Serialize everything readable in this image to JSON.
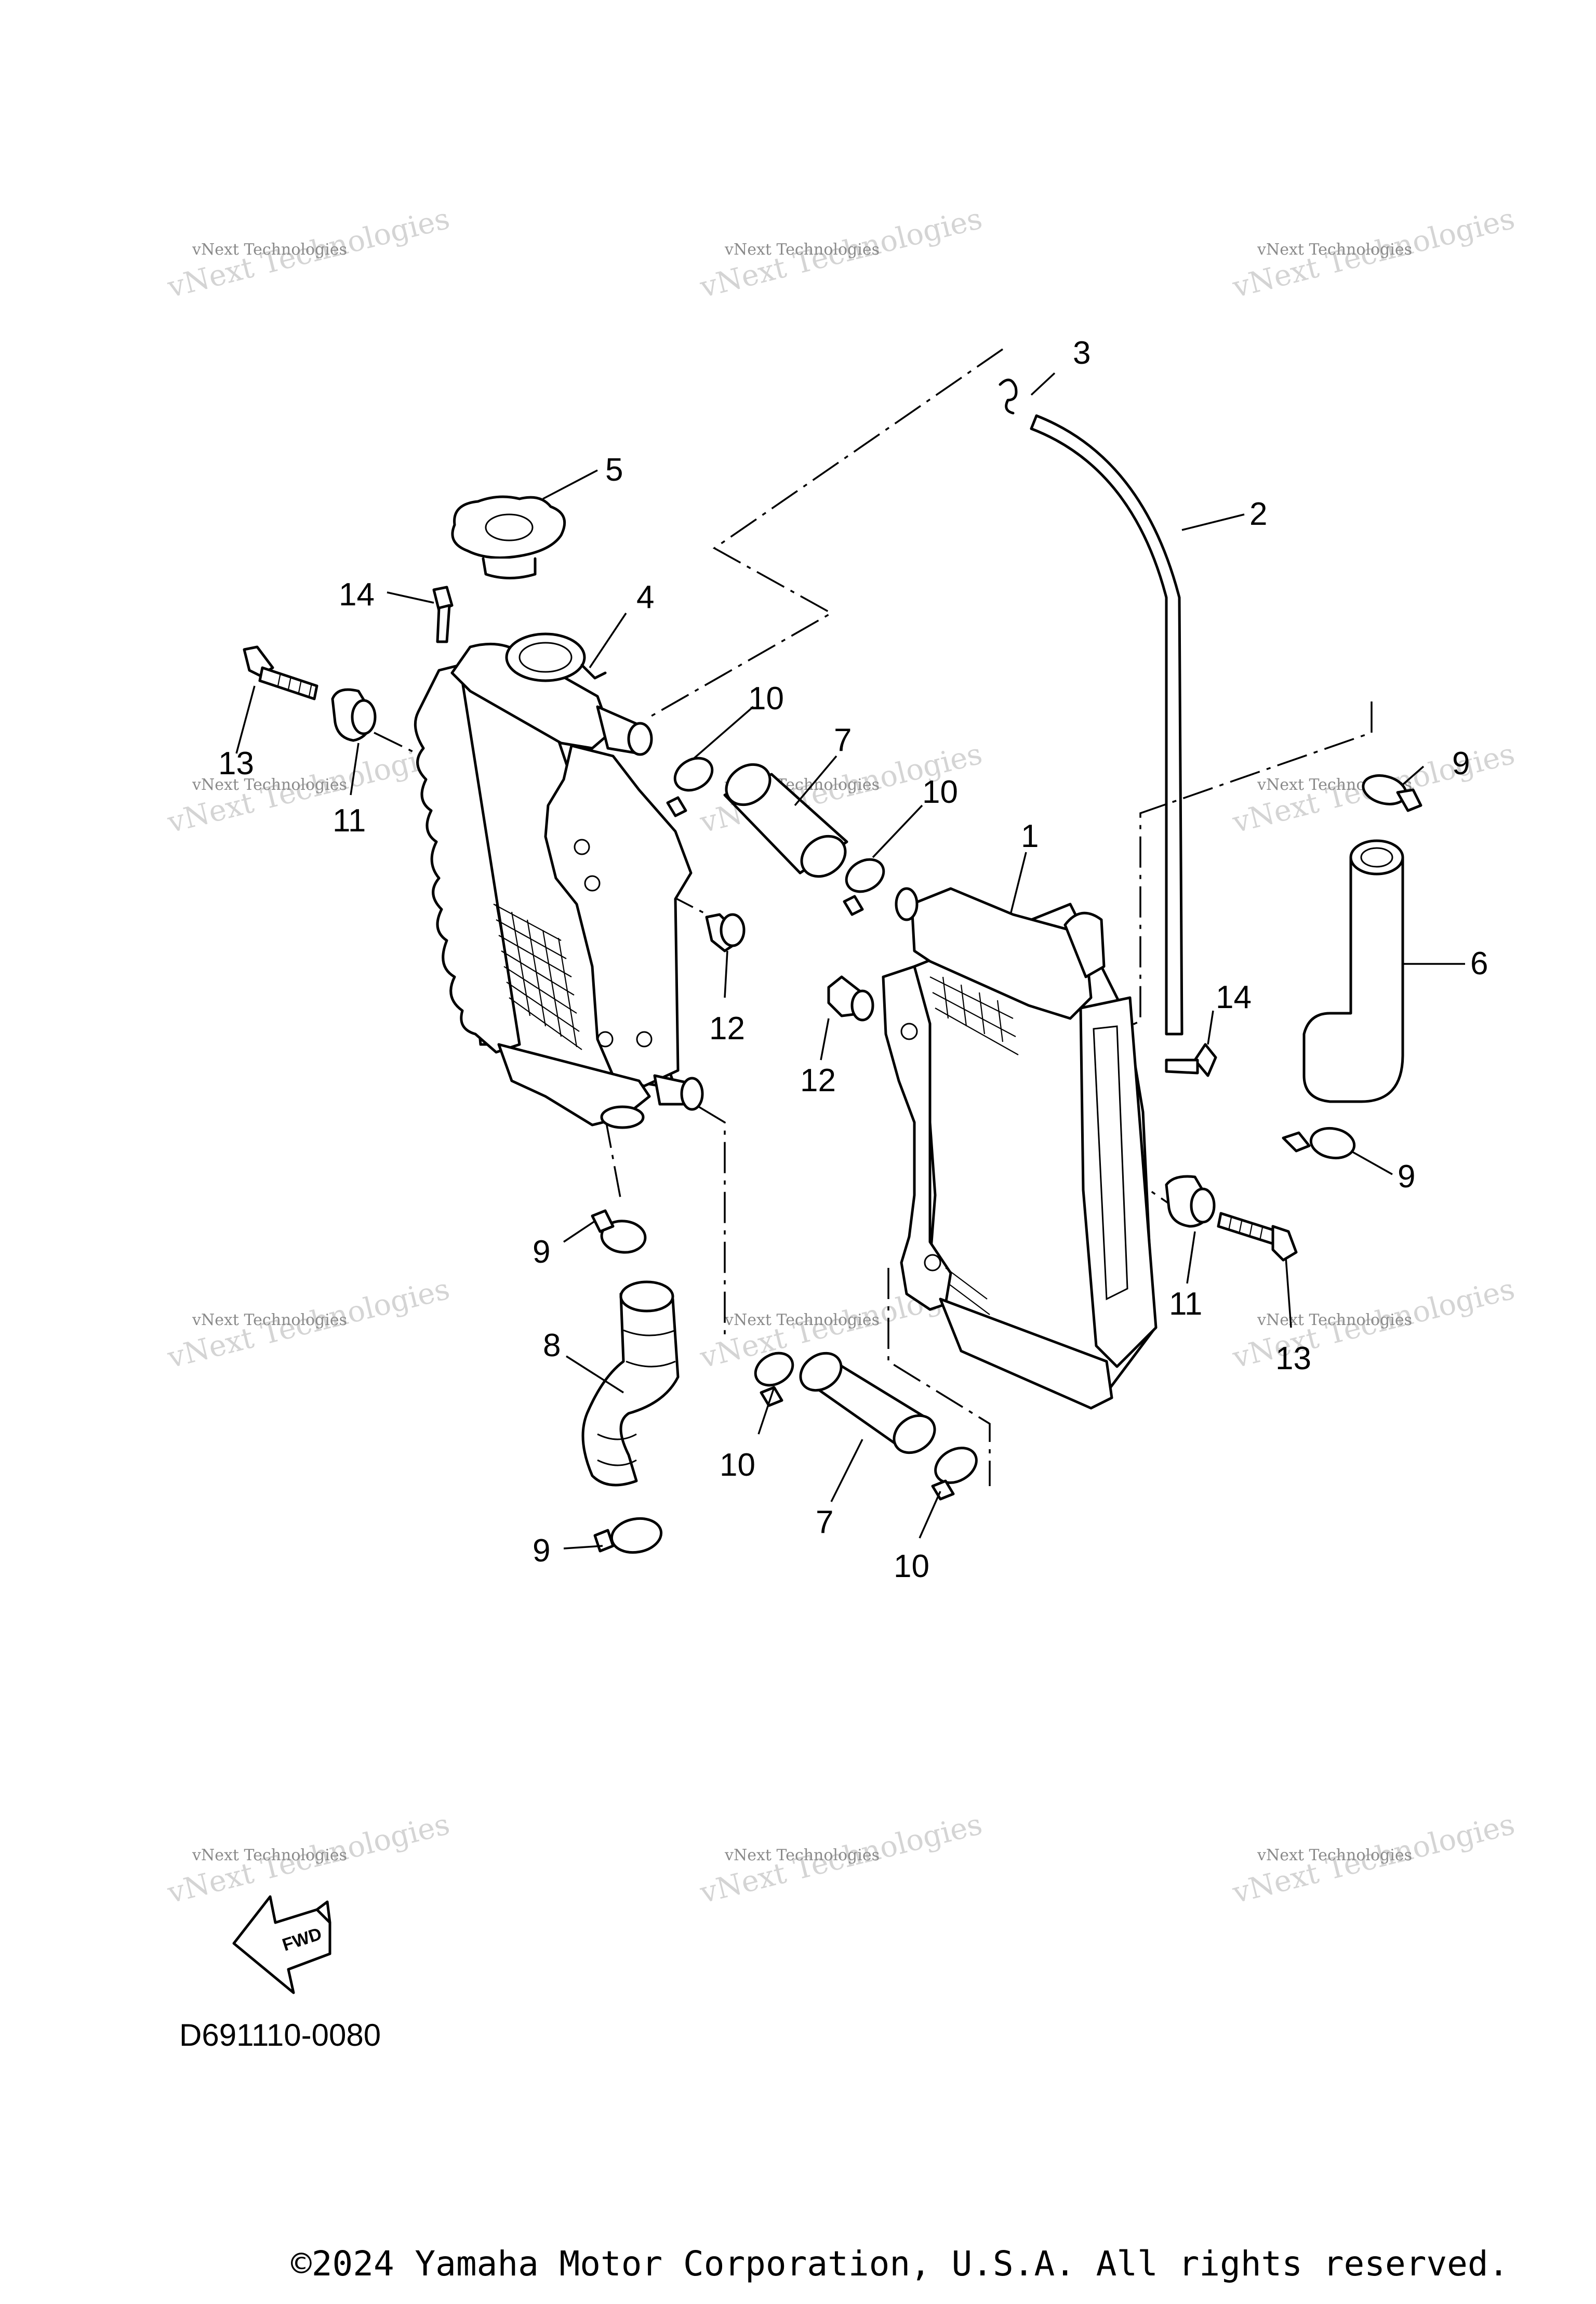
{
  "diagram": {
    "callouts": [
      "1",
      "2",
      "3",
      "4",
      "5",
      "6",
      "7",
      "7",
      "8",
      "9",
      "9",
      "9",
      "9",
      "10",
      "10",
      "10",
      "10",
      "11",
      "11",
      "12",
      "12",
      "13",
      "13",
      "14",
      "14"
    ],
    "watermark": {
      "line1": "vNext Technologies",
      "line2": "vNext Technologies"
    },
    "fwd_label": "FWD",
    "code": "D691110-0080"
  },
  "footer": {
    "copyright": "©2024 Yamaha Motor Corporation, U.S.A. All rights reserved."
  }
}
